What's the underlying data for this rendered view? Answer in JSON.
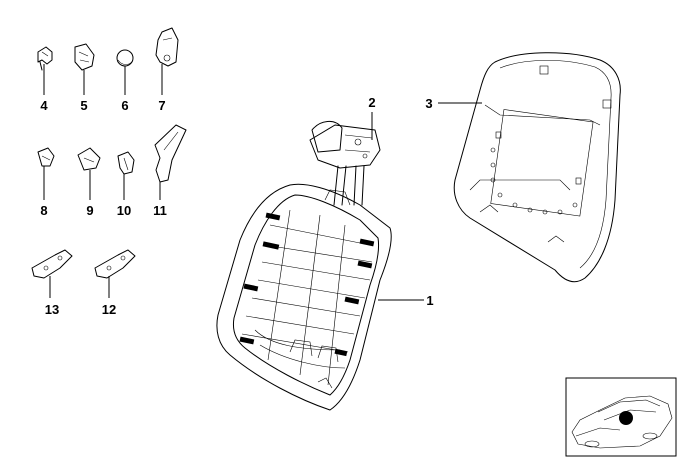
{
  "diagram": {
    "callouts": {
      "c1": "1",
      "c2": "2",
      "c3": "3",
      "c4": "4",
      "c5": "5",
      "c6": "6",
      "c7": "7",
      "c8": "8",
      "c9": "9",
      "c10": "10",
      "c11": "11",
      "c12": "12",
      "c13": "13"
    },
    "colors": {
      "line": "#000000",
      "background": "#ffffff",
      "locator_dot": "#000000"
    }
  }
}
